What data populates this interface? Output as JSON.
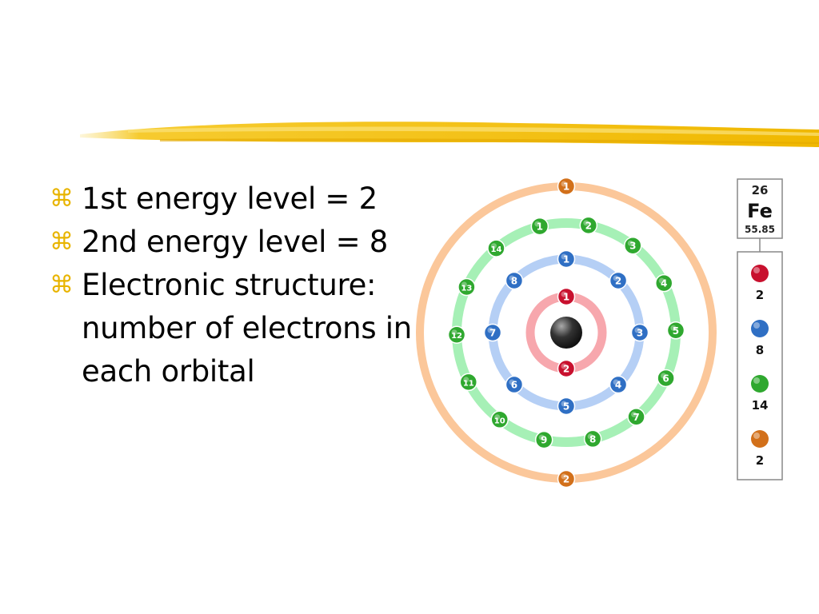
{
  "slide": {
    "bullet_marker": "⌘",
    "bullets": [
      {
        "lines": [
          "1st energy level = 2"
        ]
      },
      {
        "lines": [
          "2nd energy level = 8"
        ]
      },
      {
        "lines": [
          "Electronic structure:",
          "number of electrons in",
          "each orbital"
        ]
      }
    ]
  },
  "element_card": {
    "atomic_number": "26",
    "symbol": "Fe",
    "atomic_mass": "55.85"
  },
  "shells": [
    {
      "name": "shell-1",
      "ring_color": "#f7a7ad",
      "electron_color": "#c8102e",
      "count": 2,
      "legend_label": "2"
    },
    {
      "name": "shell-2",
      "ring_color": "#b5cff5",
      "electron_color": "#2f6fc4",
      "count": 8,
      "legend_label": "8"
    },
    {
      "name": "shell-3",
      "ring_color": "#a6f0b6",
      "electron_color": "#2fa82f",
      "count": 14,
      "legend_label": "14"
    },
    {
      "name": "shell-4",
      "ring_color": "#fbc79a",
      "electron_color": "#d2701a",
      "count": 2,
      "legend_label": "2"
    }
  ],
  "colors": {
    "brush_stroke": "#f5c518",
    "nucleus": "#333333",
    "bullet_marker": "#e8b400"
  }
}
